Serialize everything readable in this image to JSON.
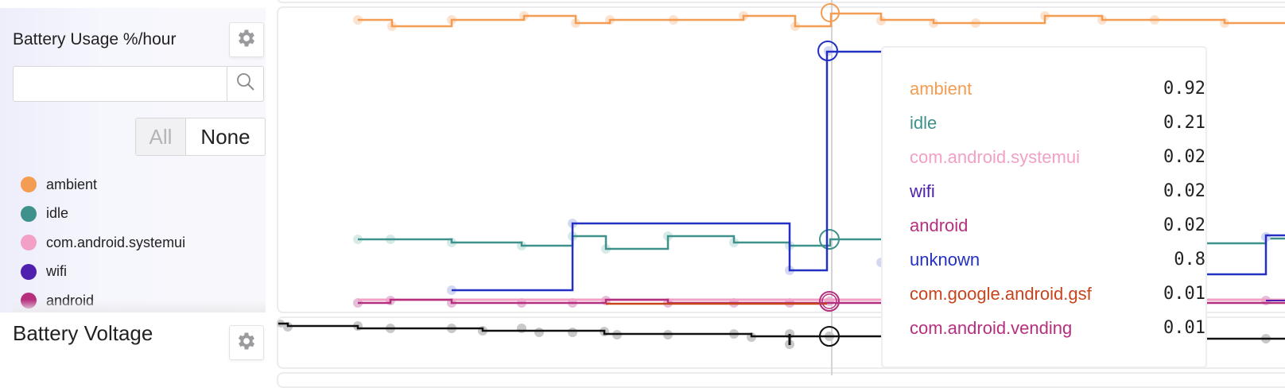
{
  "usage_panel": {
    "title": "Battery Usage %/hour",
    "settings_icon": "gear-icon",
    "search": {
      "value": "",
      "placeholder": "",
      "icon": "search-icon"
    },
    "toggle": {
      "all_label": "All",
      "none_label": "None",
      "all_disabled": true
    },
    "legend": [
      {
        "label": "ambient",
        "color": "#f39c52"
      },
      {
        "label": "idle",
        "color": "#3f918c"
      },
      {
        "label": "com.android.systemui",
        "color": "#f2a0c6"
      },
      {
        "label": "wifi",
        "color": "#4f1fae"
      },
      {
        "label": "android",
        "color": "#b62f7e"
      }
    ]
  },
  "voltage_panel": {
    "title": "Battery Voltage",
    "settings_icon": "gear-icon"
  },
  "tooltip": {
    "rows": [
      {
        "name": "ambient",
        "value": "0.92",
        "color": "#f39c52"
      },
      {
        "name": "idle",
        "value": "0.21",
        "color": "#3f918c"
      },
      {
        "name": "com.android.systemui",
        "value": "0.02",
        "color": "#f2a0c6"
      },
      {
        "name": "wifi",
        "value": "0.02",
        "color": "#4f1fae"
      },
      {
        "name": "android",
        "value": "0.02",
        "color": "#b62f7e"
      },
      {
        "name": "unknown",
        "value": "0.8",
        "color": "#2430c4"
      },
      {
        "name": "com.google.android.gsf",
        "value": "0.01",
        "color": "#c8441b"
      },
      {
        "name": "com.android.vending",
        "value": "0.01",
        "color": "#b62f7e"
      }
    ]
  },
  "colors": {
    "ambient": "#f39c52",
    "idle": "#3f918c",
    "systemui": "#f2a0c6",
    "wifi": "#4f1fae",
    "android": "#b62f7e",
    "unknown": "#2430c4",
    "gsf": "#c8441b",
    "vending": "#b62f7e",
    "voltage": "#111111",
    "cursor": "#d4d4d6"
  }
}
